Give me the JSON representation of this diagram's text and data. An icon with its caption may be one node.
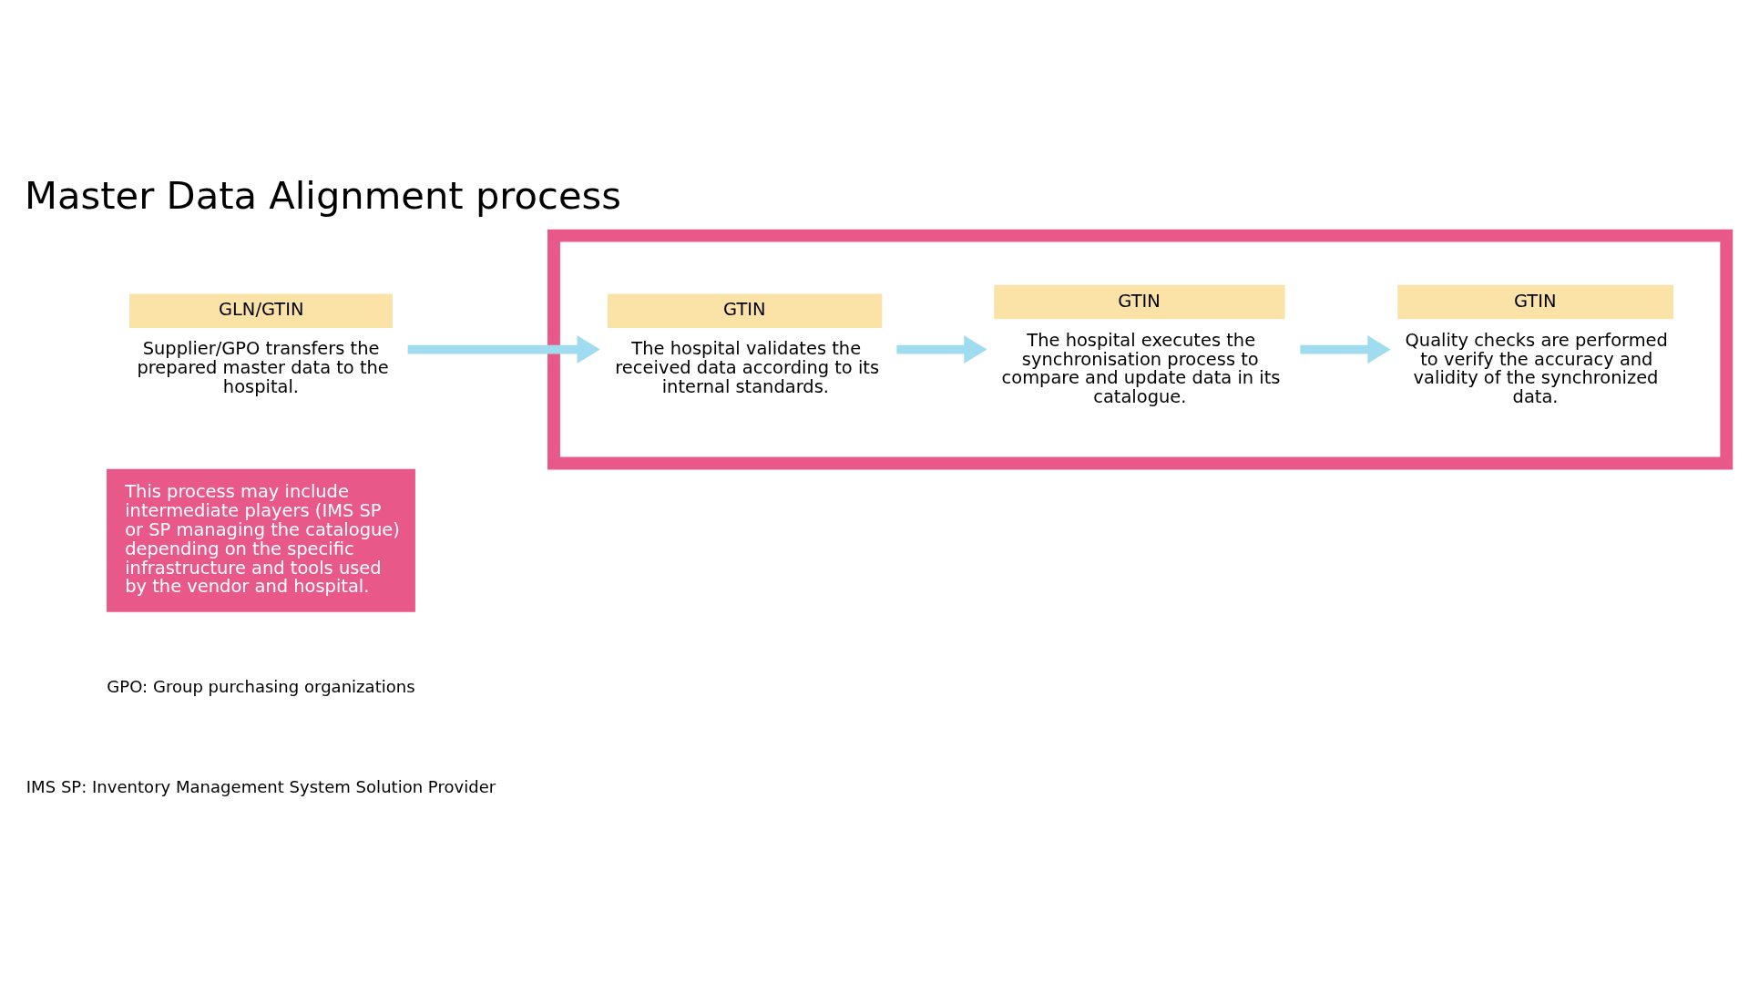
{
  "diagram": {
    "title": "Master Data Alignment process",
    "nodes": [
      {
        "text": [
          "GLN/GTIN",
          "Supplier/GPO transfers the prepared master data to the hospital."
        ]
      },
      {
        "text": [],
        "shape": "box"
      },
      {
        "text": [
          "GTIN",
          "The hospital validates the received data according to its internal standards."
        ],
        "in": 1
      },
      {
        "text": [
          "GTIN",
          "The hospital executes the synchronisation process to compare and update data in its catalogue."
        ],
        "in": 1
      },
      {
        "text": [
          "GTIN",
          "Quality checks are performed to verify the accuracy and validity of the synchronized data."
        ],
        "in": 1
      },
      {
        "text": [
          "This process may include intermediate players (IMS SP or SP managing the catalogue) depending on the specific infrastructure and tools used by the vendor and hospital."
        ]
      }
    ],
    "edges": [
      {
        "from": 0,
        "to": 2,
        "arrow": "to"
      },
      {
        "from": 2,
        "to": 3,
        "arrow": "to"
      },
      {
        "from": 3,
        "to": 4,
        "arrow": "to"
      }
    ],
    "labels": [
      "GPO: Group purchasing organizations",
      "IMS SP: Inventory Management System Solution Provider"
    ]
  }
}
